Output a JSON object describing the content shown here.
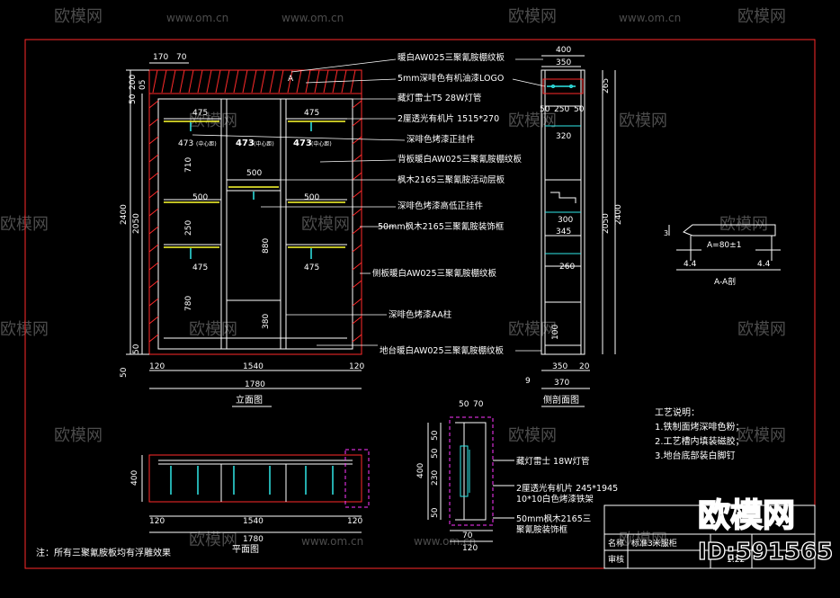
{
  "watermark": {
    "brand": "欧模网",
    "url": "www.om.cn",
    "id": "ID:591565"
  },
  "colors": {
    "background": "#000000",
    "frame": "#ff2a2a",
    "lines": "#ffffff",
    "accent_cyan": "#31e7e7",
    "accent_magenta": "#ff36ff",
    "accent_yellow": "#ffff30",
    "dims": "#ffffff"
  },
  "elevation": {
    "dims_top": [
      "170",
      "70"
    ],
    "dims_left": [
      "50",
      "200",
      "05"
    ],
    "dims_inner": [
      "475",
      "475",
      "473",
      "473",
      "473",
      "500",
      "500",
      "500",
      "475",
      "475"
    ],
    "marks_inner": [
      "(中心距)",
      "(中心距)",
      "(中心距)"
    ],
    "dims_vert": [
      "710",
      "250",
      "780",
      "880",
      "380",
      "2400",
      "2050",
      "50",
      "50"
    ],
    "dims_bottom": [
      "120",
      "1540",
      "120",
      "1780"
    ],
    "section_mark": "A",
    "caption": "立面图"
  },
  "callouts": [
    "暖白AW025三聚氰胺棚纹板",
    "5mm深啡色有机油漆LOGO",
    "藏灯雷士T5 28W灯管",
    "2厘透光有机片 1515*270",
    "深啡色烤漆正挂件",
    "背板暖白AW025三聚氰胺棚纹板",
    "枫木2165三聚氰胺活动层板",
    "深啡色烤漆高低正挂件",
    "50mm枫木2165三聚氰胺装饰框",
    "侧板暖白AW025三聚氰胺棚纹板",
    "深啡色烤漆AA柱",
    "地台暖白AW025三聚氰胺棚纹板"
  ],
  "side_section": {
    "dims_top": [
      "400",
      "350"
    ],
    "dims_mid": [
      "50",
      "250",
      "50",
      "320",
      "300",
      "345",
      "260",
      "100"
    ],
    "dims_vert": [
      "2400",
      "2050",
      "265"
    ],
    "dims_bottom": [
      "350",
      "20",
      "9",
      "370"
    ],
    "caption": "侧剖面图"
  },
  "detail_aa": {
    "dim_a": "A=80±1",
    "dim_3": "3",
    "dim_l": "4.4",
    "dim_r": "4.4",
    "caption": "A-A剖"
  },
  "craft_notes": {
    "title": "工艺说明：",
    "items": [
      "1.铁制面烤深啡色粉；",
      "2.工艺槽内填装磁胶；",
      "3.地台底部装白脚钉"
    ]
  },
  "plan": {
    "dim_side": "400",
    "dims_bottom": [
      "120",
      "1540",
      "120",
      "1780"
    ],
    "caption": "平面图"
  },
  "lamp_detail": {
    "dims_top": [
      "50",
      "70"
    ],
    "dims_left": [
      "50",
      "50",
      "230",
      "50"
    ],
    "dim_total": "400",
    "dims_bottom": [
      "70",
      "120"
    ],
    "notes": [
      "藏灯雷士 18W灯管",
      "2厘透光有机片 245*1945",
      "10*10白色烤漆铁架",
      "50mm枫木2165三",
      "聚氰胺装饰框"
    ]
  },
  "footnote": "注：所有三聚氰胺板均有浮雕效果",
  "title_block": {
    "name_label": "名称",
    "name_value": "标准3米服柜",
    "review_label": "审核",
    "scale": "1:22"
  }
}
